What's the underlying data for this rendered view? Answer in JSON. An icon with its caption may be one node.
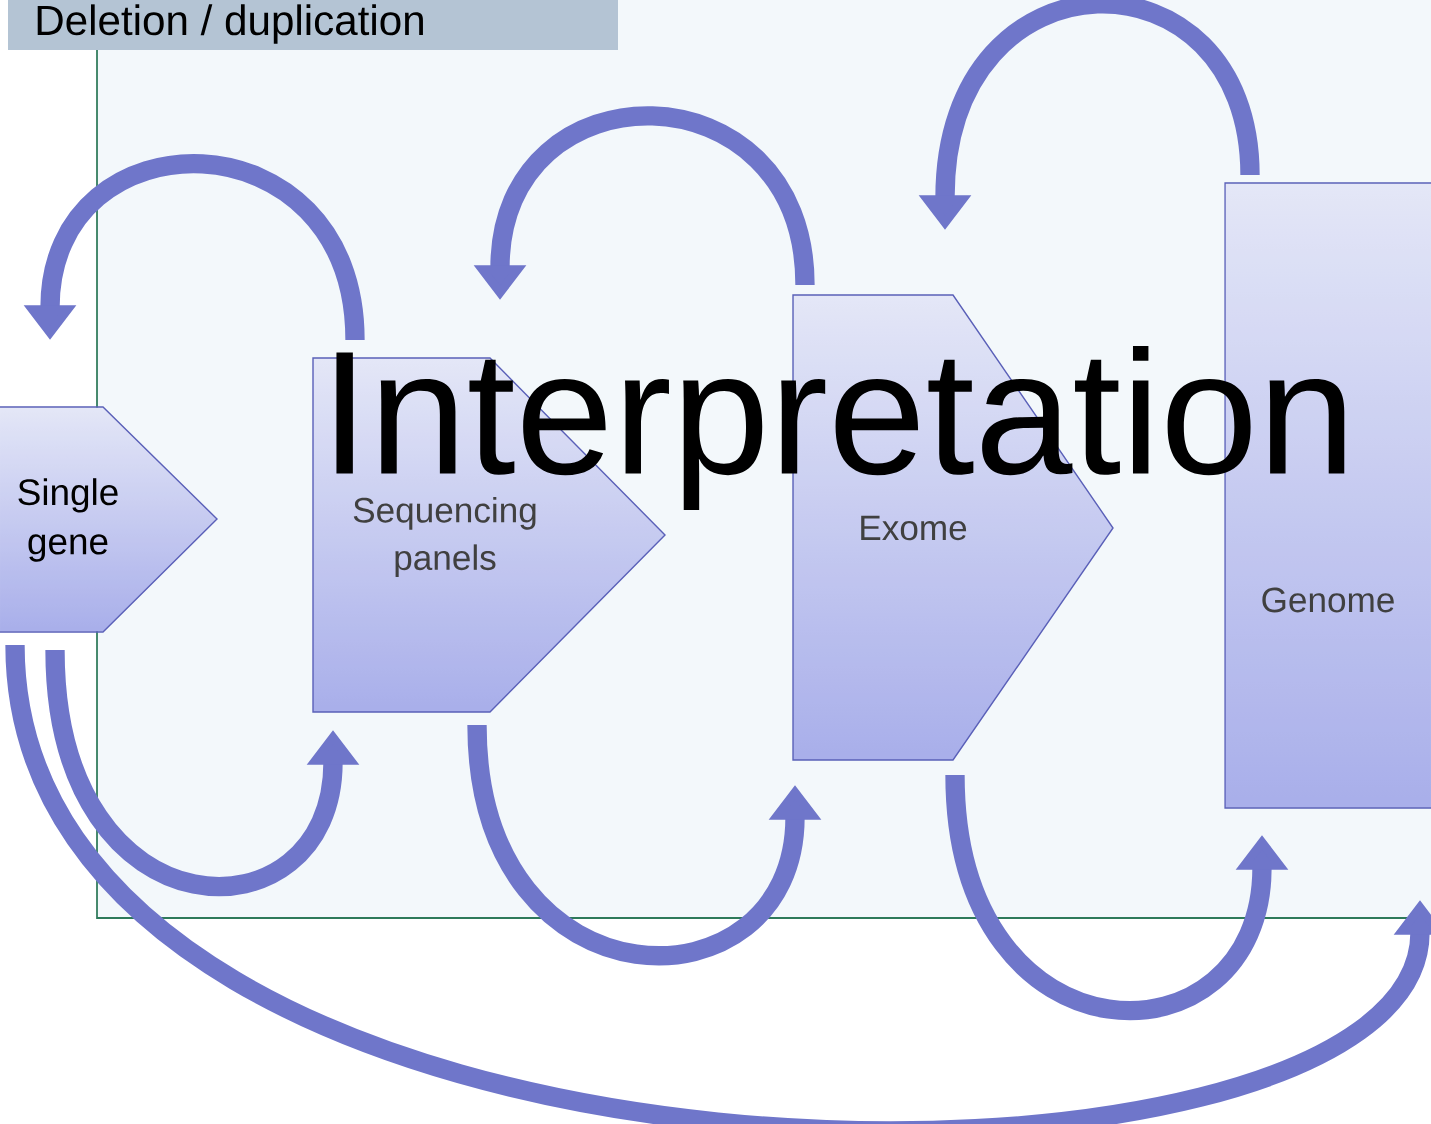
{
  "diagram": {
    "nodes": [
      {
        "text": [
          "Deletion / duplication"
        ]
      },
      {
        "text": [
          "Single gene"
        ]
      },
      {
        "text": [
          "Sequencing panels"
        ]
      },
      {
        "text": [
          "Exome"
        ]
      },
      {
        "text": [
          "Genome"
        ]
      }
    ],
    "edges": [
      {
        "from": 2,
        "to": 1,
        "arrow": "to"
      },
      {
        "from": 3,
        "to": 2,
        "arrow": "to"
      },
      {
        "from": 4,
        "to": 3,
        "arrow": "to"
      },
      {
        "from": 1,
        "to": 2,
        "arrow": "to"
      },
      {
        "from": 2,
        "to": 3,
        "arrow": "to"
      },
      {
        "from": 3,
        "to": 4,
        "arrow": "to"
      },
      {
        "from": 1,
        "to": 4,
        "arrow": "to"
      }
    ],
    "labels": [
      "Interpretation"
    ]
  }
}
